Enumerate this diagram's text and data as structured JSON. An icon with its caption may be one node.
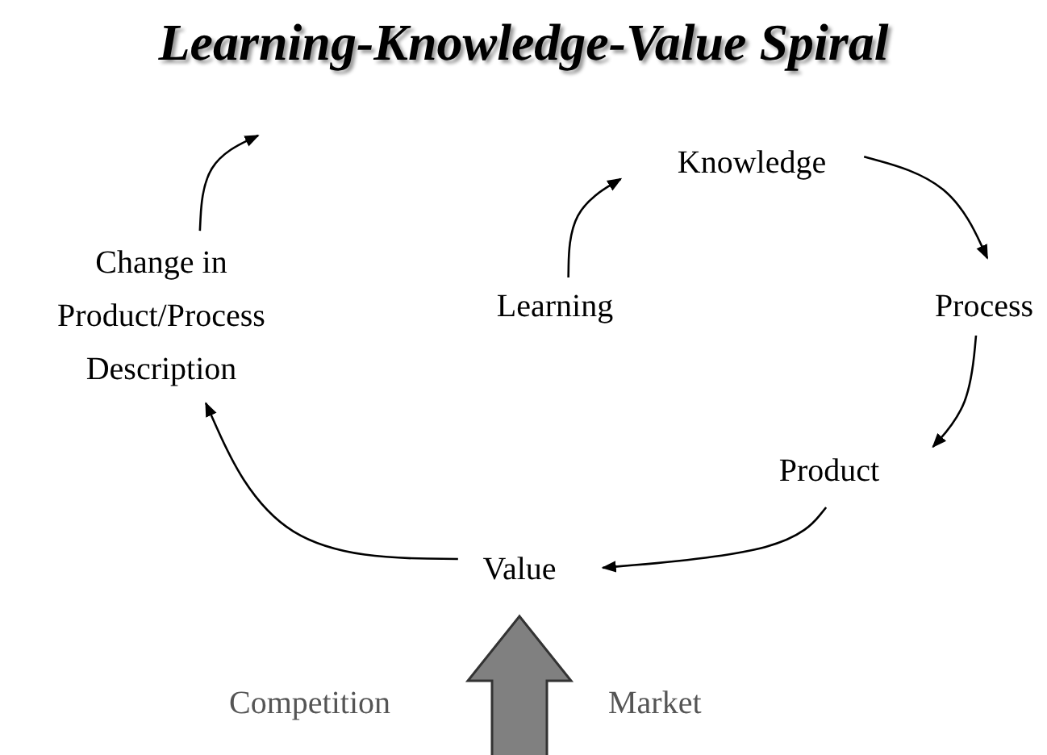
{
  "diagram": {
    "title": "Learning-Knowledge-Value Spiral",
    "nodes": [
      {
        "text": [
          "Knowledge"
        ]
      },
      {
        "text": [
          "Learning"
        ]
      },
      {
        "text": [
          "Process"
        ]
      },
      {
        "text": [
          "Product"
        ]
      },
      {
        "text": [
          "Value"
        ]
      },
      {
        "text": [
          "Change in Product/Process Description"
        ]
      }
    ],
    "edges": [
      {
        "from": 1,
        "to": 0,
        "arrow": "to"
      },
      {
        "from": 0,
        "to": 2,
        "arrow": "to"
      },
      {
        "from": 2,
        "to": 3,
        "arrow": "to"
      },
      {
        "from": 3,
        "to": 4,
        "arrow": "to"
      },
      {
        "from": 4,
        "to": 5,
        "arrow": "to"
      },
      {
        "from": 5,
        "to": null,
        "arrow": "to"
      },
      {
        "from": null,
        "to": 4,
        "arrow": "to",
        "style": "thick",
        "color": "#808080"
      }
    ],
    "labels": [
      "Competition",
      "Market"
    ]
  }
}
